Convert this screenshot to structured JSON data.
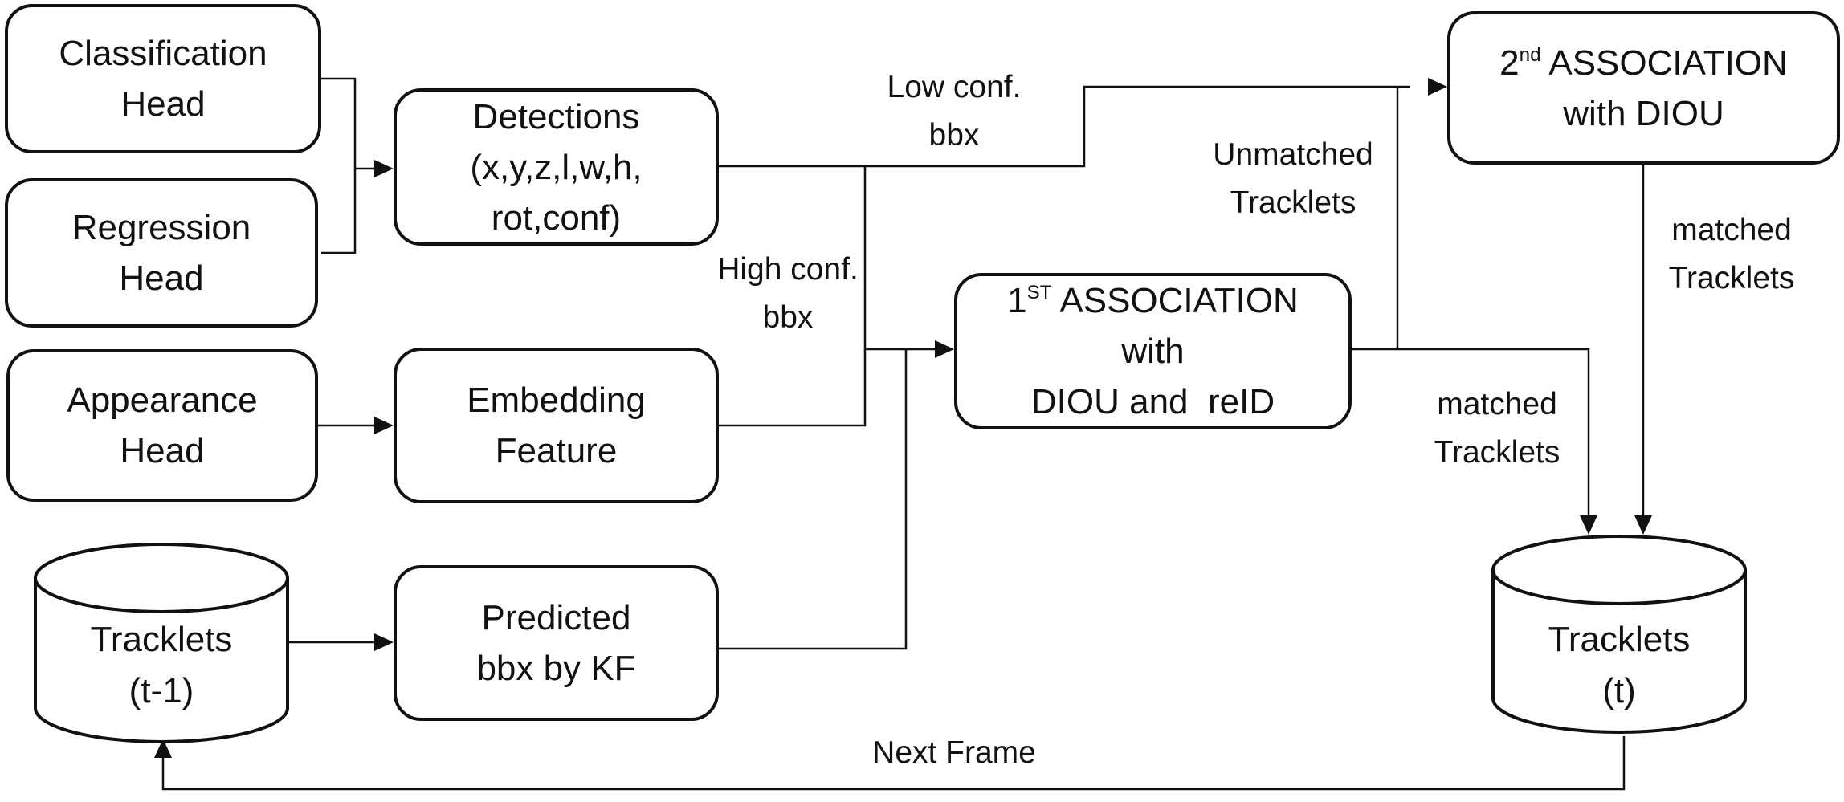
{
  "boxes": {
    "classification_head": [
      "Classification",
      "Head"
    ],
    "regression_head": [
      "Regression",
      "Head"
    ],
    "appearance_head": [
      "Appearance",
      "Head"
    ],
    "detections": [
      "Detections",
      "(x,y,z,l,w,h,",
      "rot,conf)"
    ],
    "embedding_feature": [
      "Embedding",
      "Feature"
    ],
    "predicted_bbx": [
      "Predicted",
      "bbx by KF"
    ],
    "first_association": {
      "prefix": "1",
      "sup": "ST",
      "title": " ASSOCIATION",
      "lines": [
        "with",
        "DIOU and  reID"
      ]
    },
    "second_association": {
      "prefix": "2",
      "sup": "nd",
      "title": " ASSOCIATION",
      "lines": [
        "with DIOU"
      ]
    }
  },
  "stores": {
    "tracklets_prev": [
      "Tracklets",
      "(t-1)"
    ],
    "tracklets_curr": [
      "Tracklets",
      "(t)"
    ]
  },
  "labels": {
    "low_conf": [
      "Low conf.",
      "bbx"
    ],
    "high_conf": [
      "High conf.",
      "bbx"
    ],
    "unmatched": [
      "Unmatched",
      "Tracklets"
    ],
    "matched_1": [
      "matched",
      "Tracklets"
    ],
    "matched_2": [
      "matched",
      "Tracklets"
    ],
    "next_frame": [
      "Next Frame"
    ]
  }
}
